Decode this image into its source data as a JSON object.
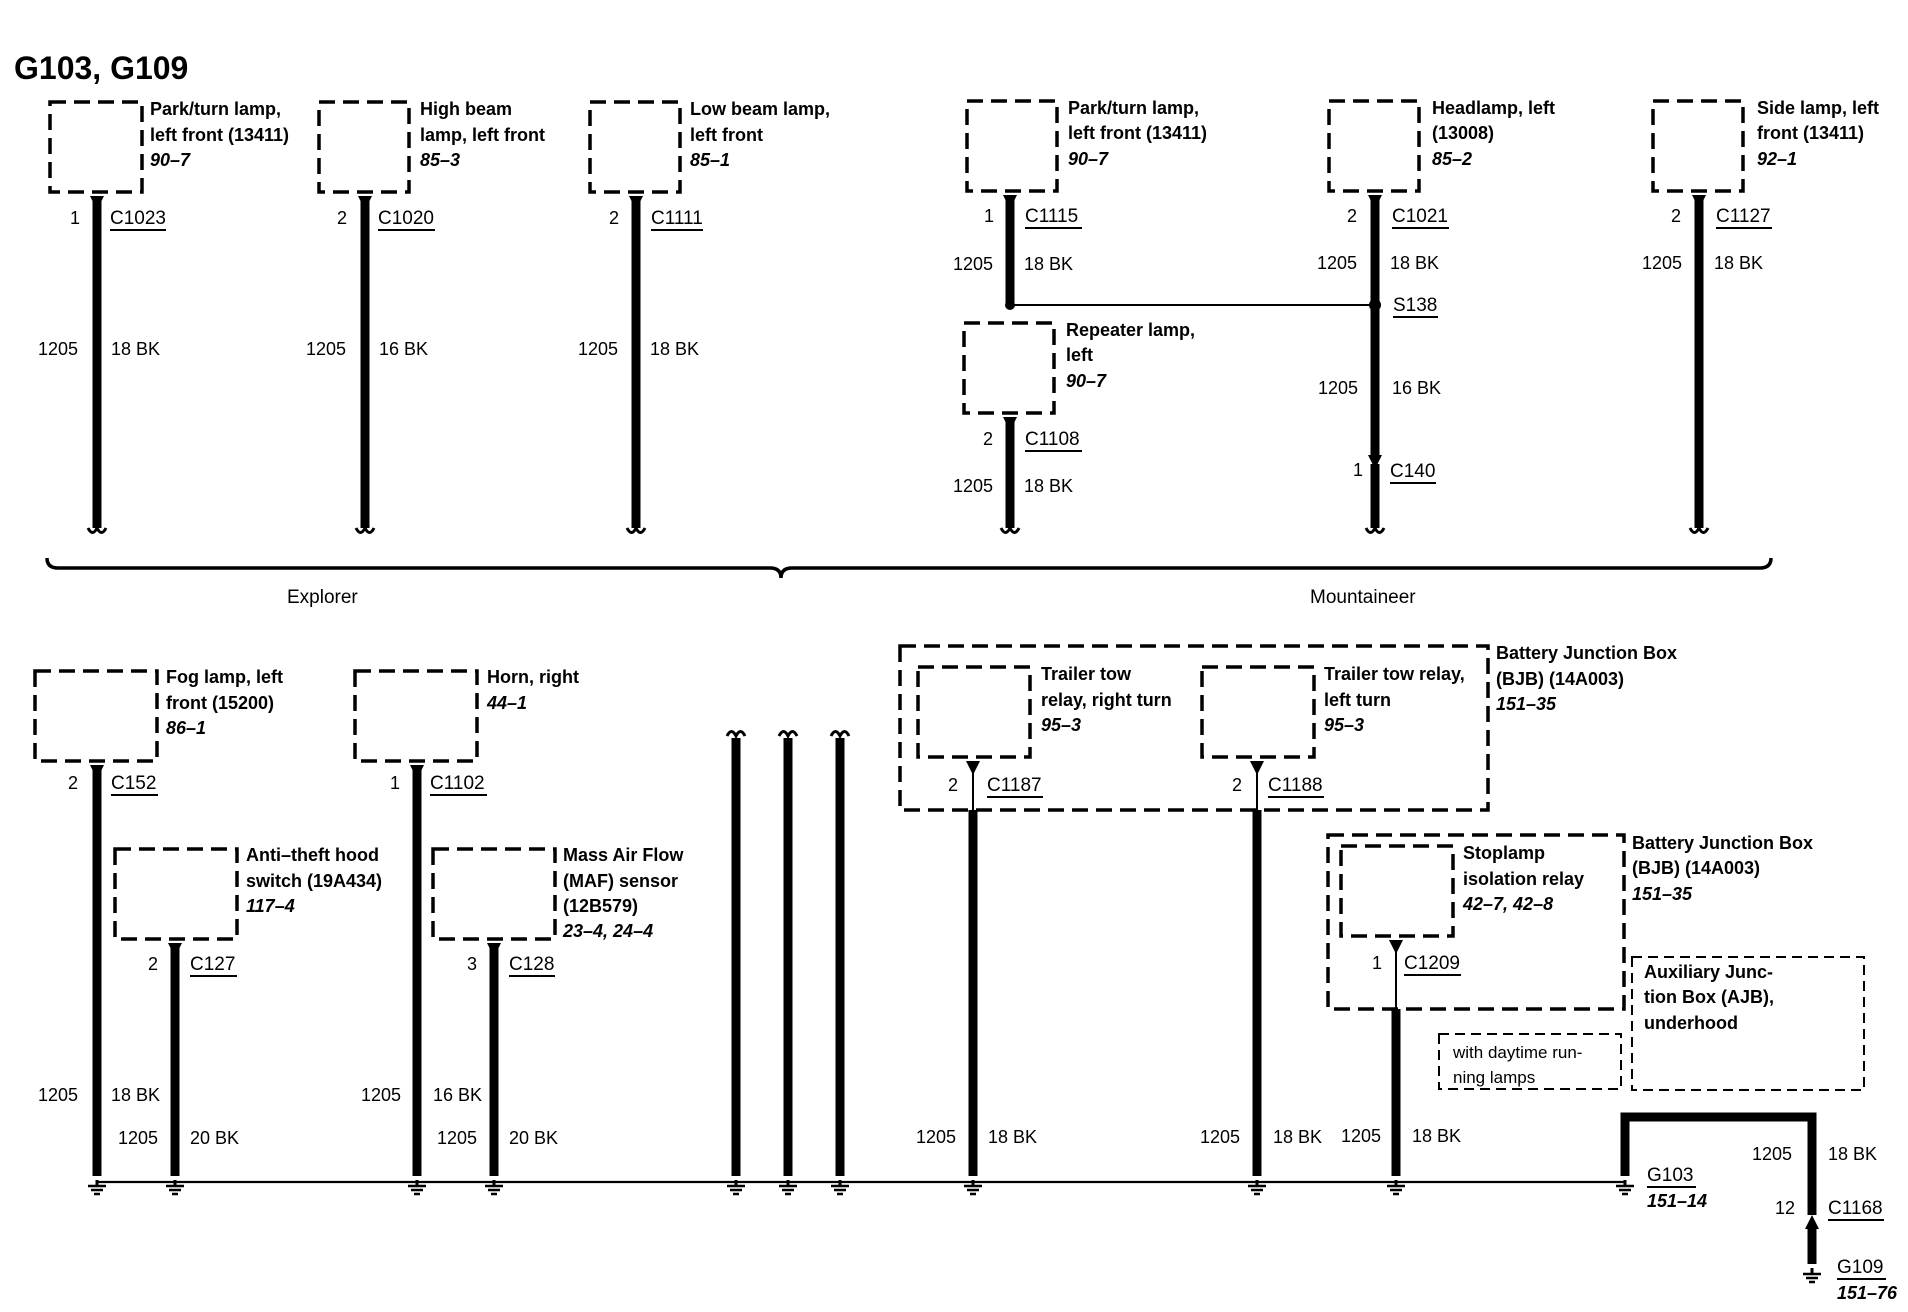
{
  "title": "G103, G109",
  "sections": {
    "left": "Explorer",
    "right": "Mountaineer"
  },
  "components": {
    "park_turn_lamp_1": {
      "name": [
        "Park/turn lamp,",
        "left front (13411)"
      ],
      "ref": "90–7"
    },
    "high_beam_lamp": {
      "name": [
        "High beam",
        "lamp, left front"
      ],
      "ref": "85–3"
    },
    "low_beam_lamp": {
      "name": [
        "Low beam lamp,",
        "left front"
      ],
      "ref": "85–1"
    },
    "park_turn_lamp_2": {
      "name": [
        "Park/turn lamp,",
        "left front (13411)"
      ],
      "ref": "90–7"
    },
    "headlamp_left": {
      "name": [
        "Headlamp, left",
        "(13008)"
      ],
      "ref": "85–2"
    },
    "side_lamp_left": {
      "name": [
        "Side lamp, left",
        "front (13411)"
      ],
      "ref": "92–1"
    },
    "repeater_lamp": {
      "name": [
        "Repeater lamp,",
        "left"
      ],
      "ref": "90–7"
    },
    "fog_lamp": {
      "name": [
        "Fog lamp, left",
        "front (15200)"
      ],
      "ref": "86–1"
    },
    "horn_right": {
      "name": [
        "Horn, right"
      ],
      "ref": "44–1"
    },
    "anti_theft_switch": {
      "name": [
        "Anti–theft hood",
        "switch (19A434)"
      ],
      "ref": "117–4"
    },
    "maf_sensor": {
      "name": [
        "Mass Air Flow",
        "(MAF) sensor",
        "(12B579)"
      ],
      "ref": "23–4, 24–4"
    },
    "trailer_relay_right": {
      "name": [
        "Trailer tow",
        "relay, right turn"
      ],
      "ref": "95–3"
    },
    "trailer_relay_left": {
      "name": [
        "Trailer tow relay,",
        "left turn"
      ],
      "ref": "95–3"
    },
    "bjb_1": {
      "name": [
        "Battery Junction Box",
        "(BJB) (14A003)"
      ],
      "ref": "151–35"
    },
    "stoplamp_relay": {
      "name": [
        "Stoplamp",
        "isolation relay"
      ],
      "ref": "42–7, 42–8"
    },
    "bjb_2": {
      "name": [
        "Battery Junction Box",
        "(BJB) (14A003)"
      ],
      "ref": "151–35"
    },
    "ajb": {
      "name": [
        "Auxiliary Junc-",
        "tion Box (AJB),",
        "underhood"
      ]
    },
    "drl_note": {
      "name": [
        "with daytime run-",
        "ning lamps"
      ]
    }
  },
  "connectors": {
    "c1023": {
      "pin": "1",
      "id": "C1023"
    },
    "c1020": {
      "pin": "2",
      "id": "C1020"
    },
    "c1111": {
      "pin": "2",
      "id": "C1111"
    },
    "c1115": {
      "pin": "1",
      "id": "C1115"
    },
    "c1021": {
      "pin": "2",
      "id": "C1021"
    },
    "c1127": {
      "pin": "2",
      "id": "C1127"
    },
    "c1108": {
      "pin": "2",
      "id": "C1108"
    },
    "c140": {
      "pin": "1",
      "id": "C140"
    },
    "c152": {
      "pin": "2",
      "id": "C152"
    },
    "c1102": {
      "pin": "1",
      "id": "C1102"
    },
    "c127": {
      "pin": "2",
      "id": "C127"
    },
    "c128": {
      "pin": "3",
      "id": "C128"
    },
    "c1187": {
      "pin": "2",
      "id": "C1187"
    },
    "c1188": {
      "pin": "2",
      "id": "C1188"
    },
    "c1209": {
      "pin": "1",
      "id": "C1209"
    },
    "c1168": {
      "pin": "12",
      "id": "C1168"
    }
  },
  "splice": "S138",
  "grounds": {
    "g103": {
      "id": "G103",
      "ref": "151–14"
    },
    "g109": {
      "id": "G109",
      "ref": "151–76"
    }
  },
  "wires": {
    "w_c1023": {
      "circuit": "1205",
      "gauge": "18 BK"
    },
    "w_c1020": {
      "circuit": "1205",
      "gauge": "16 BK"
    },
    "w_c1111": {
      "circuit": "1205",
      "gauge": "18 BK"
    },
    "w_c1115": {
      "circuit": "1205",
      "gauge": "18 BK"
    },
    "w_c1021": {
      "circuit": "1205",
      "gauge": "18 BK"
    },
    "w_c1127": {
      "circuit": "1205",
      "gauge": "18 BK"
    },
    "w_s138": {
      "circuit": "1205",
      "gauge": "16 BK"
    },
    "w_c1108": {
      "circuit": "1205",
      "gauge": "18 BK"
    },
    "w_c152": {
      "circuit": "1205",
      "gauge": "18 BK"
    },
    "w_c127": {
      "circuit": "1205",
      "gauge": "20 BK"
    },
    "w_c1102": {
      "circuit": "1205",
      "gauge": "16 BK"
    },
    "w_c128": {
      "circuit": "1205",
      "gauge": "20 BK"
    },
    "w_c1187": {
      "circuit": "1205",
      "gauge": "18 BK"
    },
    "w_c1188": {
      "circuit": "1205",
      "gauge": "18 BK"
    },
    "w_c1209": {
      "circuit": "1205",
      "gauge": "18 BK"
    },
    "w_g103": {
      "circuit": "1205",
      "gauge": "18 BK"
    }
  }
}
